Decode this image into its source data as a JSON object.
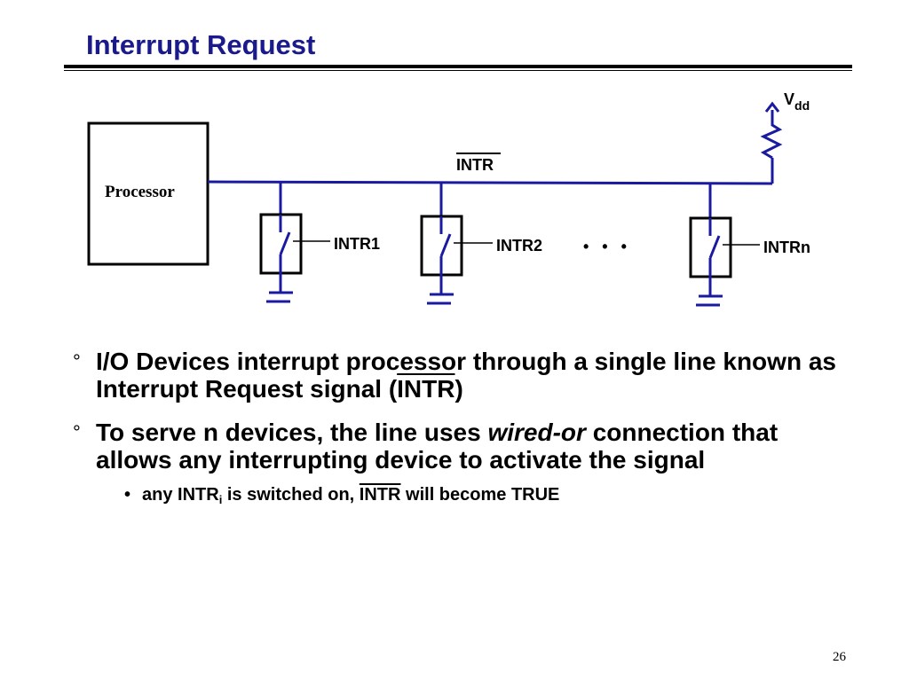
{
  "slide": {
    "title": "Interrupt Request",
    "page_number": "26"
  },
  "diagram": {
    "processor_label": "Processor",
    "line_label": "INTR",
    "vdd_main": "V",
    "vdd_sub": "dd",
    "switch_labels": [
      "INTR1",
      "INTR2",
      "INTRn"
    ],
    "ellipsis": "•   •   •",
    "colors": {
      "wire": "#1a1aa0",
      "box": "#000000"
    }
  },
  "bullets": [
    {
      "marker": "°",
      "text": "I/O Devices interrupt processor through a single line known as Interrupt Request signal (",
      "overline_text": "INTR",
      "text_end": ")"
    },
    {
      "marker": "°",
      "text_before": "To serve n devices, the line uses ",
      "emphasis": "wired-or",
      "text_after": " connection that allows any interrupting device to activate the signal",
      "sub_bullets": [
        {
          "marker": "•",
          "text_before": "any INTR",
          "subscript": "i",
          "text_mid": " is switched on, ",
          "overline_text": "INTR",
          "text_after": " will become TRUE"
        }
      ]
    }
  ]
}
